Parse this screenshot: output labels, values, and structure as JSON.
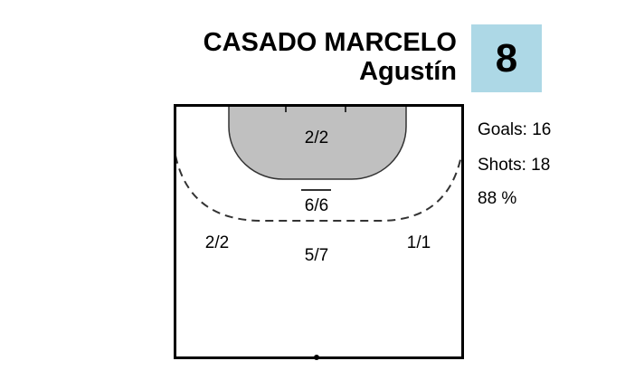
{
  "player": {
    "last_name": "CASADO MARCELO",
    "first_name": "Agustín",
    "number": "8"
  },
  "stats": {
    "goals": "Goals: 16",
    "shots": "Shots: 18",
    "percent": "88 %"
  },
  "zones": {
    "goal_area": "2/2",
    "seven_m": "6/6",
    "left_wing": "2/2",
    "center": "5/7",
    "right_wing": "1/1"
  },
  "colors": {
    "badge": "#add8e6",
    "goal_area": "#c0c0c0"
  }
}
